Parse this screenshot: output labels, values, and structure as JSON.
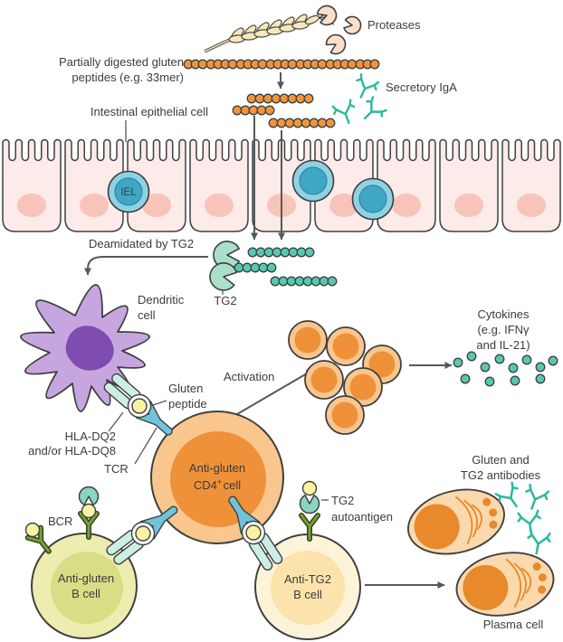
{
  "figure": {
    "labels": {
      "proteases": "Proteases",
      "partially_digested_line1": "Partially digested gluten",
      "partially_digested_line2": "peptides (e.g. 33mer)",
      "secretory_iga": "Secretory IgA",
      "intestinal_epithelial_cell": "Intestinal epithelial cell",
      "iel": "IEL",
      "deamidated_by_tg2": "Deamidated by TG2",
      "tg2": "TG2",
      "dendritic_line1": "Dendritic",
      "dendritic_line2": "cell",
      "gluten_peptide_line1": "Gluten",
      "gluten_peptide_line2": "peptide",
      "hla_line1": "HLA-DQ2",
      "hla_line2": "and/or HLA-DQ8",
      "tcr": "TCR",
      "cd4_line1": "Anti-gluten",
      "cd4_base": "CD4",
      "cd4_sup": "+",
      "cd4_tail": "cell",
      "activation": "Activation",
      "cytokines_line1": "Cytokines",
      "cytokines_line2": "(e.g. IFNγ",
      "cytokines_line3": "and IL-21)",
      "bcr": "BCR",
      "anti_gluten_b_line1": "Anti-gluten",
      "anti_gluten_b_line2": "B cell",
      "tg2_autoantigen_line1": "TG2",
      "tg2_autoantigen_line2": "autoantigen",
      "anti_tg2_b_line1": "Anti-TG2",
      "anti_tg2_b_line2": "B cell",
      "gluten_tg2_antibodies_line1": "Gluten and",
      "gluten_tg2_antibodies_line2": "TG2 antibodies",
      "plasma_cell": "Plasma cell"
    },
    "counts": {
      "epithelial_cells": 9,
      "intraepithelial_lymphocytes": 3,
      "gluten_peptide_beads_long_chain": 26,
      "gluten_fragment_chains": [
        8,
        5,
        8
      ],
      "deamidated_chains": [
        8,
        5,
        8
      ],
      "activated_t_cells": 6,
      "cytokine_dots": 12,
      "secreted_antibodies": 4,
      "secretory_iga_antibodies": 3,
      "proteases": 3,
      "plasma_cells": 2
    },
    "colors": {
      "gluten_peptide_orange": "#f0943c",
      "deamidated_teal": "#56c8b2",
      "antibody_teal": "#2db89f",
      "tg2_mint": "#a8e0ca",
      "protease_peach": "#fbdfca",
      "wheat_tan": "#f6e8ba",
      "epithelium_pink": "#fcebe8",
      "epithelium_nucleus_pink": "#f8c3b9",
      "iel_blue": "#8fd3e2",
      "iel_nucleus_blue": "#3fa7c4",
      "dendritic_purple": "#c7a6e0",
      "dendritic_nucleus_purple": "#7f4cb0",
      "t_cell_orange_outer": "#f9c68e",
      "t_cell_orange_inner": "#ee9138",
      "b_cell_green_outer": "#ecedae",
      "b_cell_green_inner": "#d9dd86",
      "b_cell_cream_outer": "#fdf3d8",
      "b_cell_cream_inner": "#fbe3ab",
      "plasma_cell_body": "#fbd9ad",
      "plasma_cell_nucleus": "#e8892b",
      "bcr_green": "#74a238",
      "mhc_teal": "#cdeee6",
      "tcr_blue": "#6fc4dc",
      "peptide_yellow": "#faf3a1",
      "outline": "#3f4040",
      "arrow_gray": "#55595c",
      "text": "#3c3c3e"
    }
  }
}
